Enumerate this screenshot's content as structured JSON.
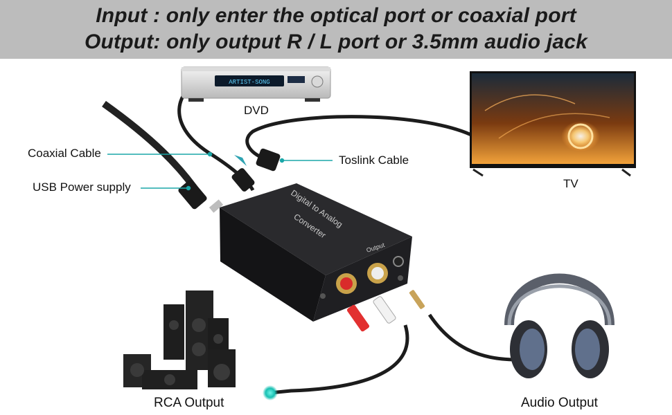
{
  "banner": {
    "line1": "Input : only enter the optical port or coaxial port",
    "line2": "Output: only output R / L port or 3.5mm audio jack"
  },
  "labels": {
    "dvd": "DVD",
    "tv": "TV",
    "coaxial_cable": "Coaxial Cable",
    "usb_power": "USB Power supply",
    "toslink_cable": "Toslink Cable",
    "rca_output": "RCA Output",
    "audio_output": "Audio Output"
  },
  "dvd_display": "ARTIST-SONG",
  "converter": {
    "line1": "Digital to Analog",
    "line2": "Converter",
    "output_label": "Output"
  },
  "colors": {
    "banner_bg": "#bcbcbc",
    "pointer_teal": "#1aa7a8",
    "converter_body": "#1d1d20"
  }
}
